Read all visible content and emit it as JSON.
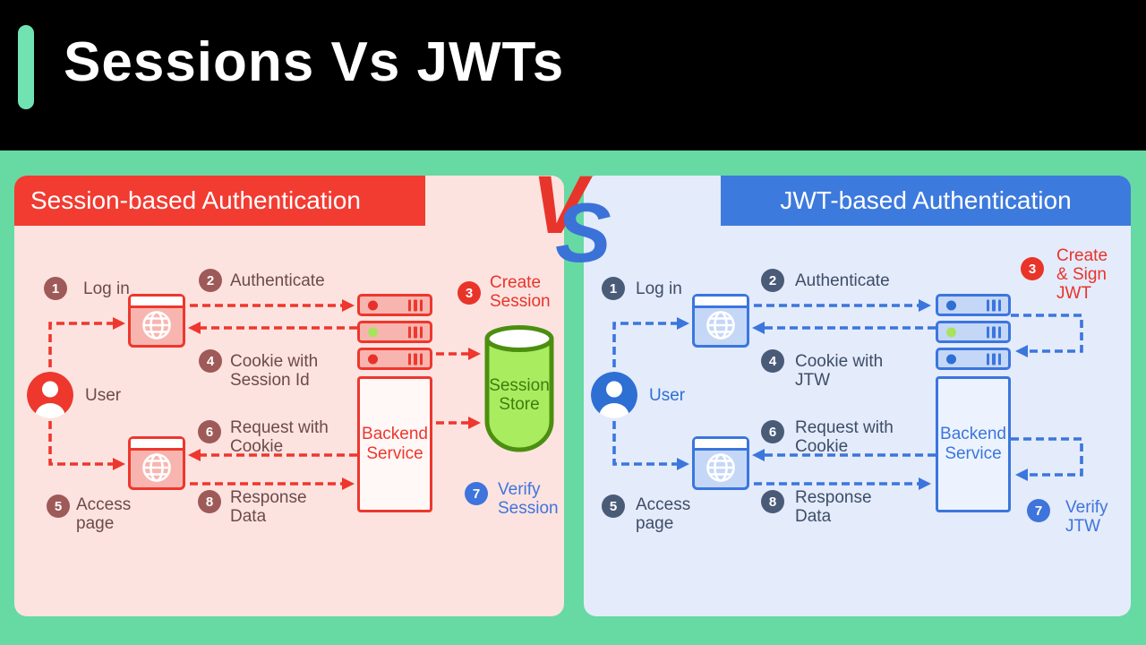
{
  "title": "Sessions Vs JWTs",
  "vs": {
    "v": "V",
    "s": "S"
  },
  "colors": {
    "background_teal": "#67d9a3",
    "header_black": "#000000",
    "accent_mint": "#71e3b2",
    "session_red": "#ee372d",
    "session_header_bg": "#f23b31",
    "session_panel_bg": "#fce3e0",
    "session_text": "#6d4a4a",
    "session_badge": "#9e5a58",
    "session_fill": "#f8b5af",
    "jwt_blue": "#3b76dd",
    "jwt_header_bg": "#3d7add",
    "jwt_panel_bg": "#e4ebfb",
    "jwt_text": "#3d4d68",
    "jwt_badge": "#4a5b78",
    "jwt_fill": "#c5d7f7",
    "highlight_red": "#e93429",
    "highlight_blue": "#3e74db",
    "store_green": "#a9ec5f",
    "store_stroke": "#4c8f10",
    "status_dot_green": "#a8e35e"
  },
  "session_panel": {
    "title": "Session-based Authentication",
    "user_label": "User",
    "backend_label": "Backend\nService",
    "store_label": "Session\nStore",
    "steps": [
      {
        "num": "1",
        "label": "Log in"
      },
      {
        "num": "2",
        "label": "Authenticate"
      },
      {
        "num": "3",
        "label": "Create\nSession"
      },
      {
        "num": "4",
        "label": "Cookie with\nSession Id"
      },
      {
        "num": "5",
        "label": "Access\npage"
      },
      {
        "num": "6",
        "label": "Request with\nCookie"
      },
      {
        "num": "7",
        "label": "Verify\nSession"
      },
      {
        "num": "8",
        "label": "Response\nData"
      }
    ]
  },
  "jwt_panel": {
    "title": "JWT-based Authentication",
    "user_label": "User",
    "backend_label": "Backend\nService",
    "steps": [
      {
        "num": "1",
        "label": "Log in"
      },
      {
        "num": "2",
        "label": "Authenticate"
      },
      {
        "num": "3",
        "label": "Create\n& Sign\nJWT"
      },
      {
        "num": "4",
        "label": "Cookie with\nJTW"
      },
      {
        "num": "5",
        "label": "Access\npage"
      },
      {
        "num": "6",
        "label": "Request with\nCookie"
      },
      {
        "num": "7",
        "label": "Verify\nJTW"
      },
      {
        "num": "8",
        "label": "Response\nData"
      }
    ]
  }
}
